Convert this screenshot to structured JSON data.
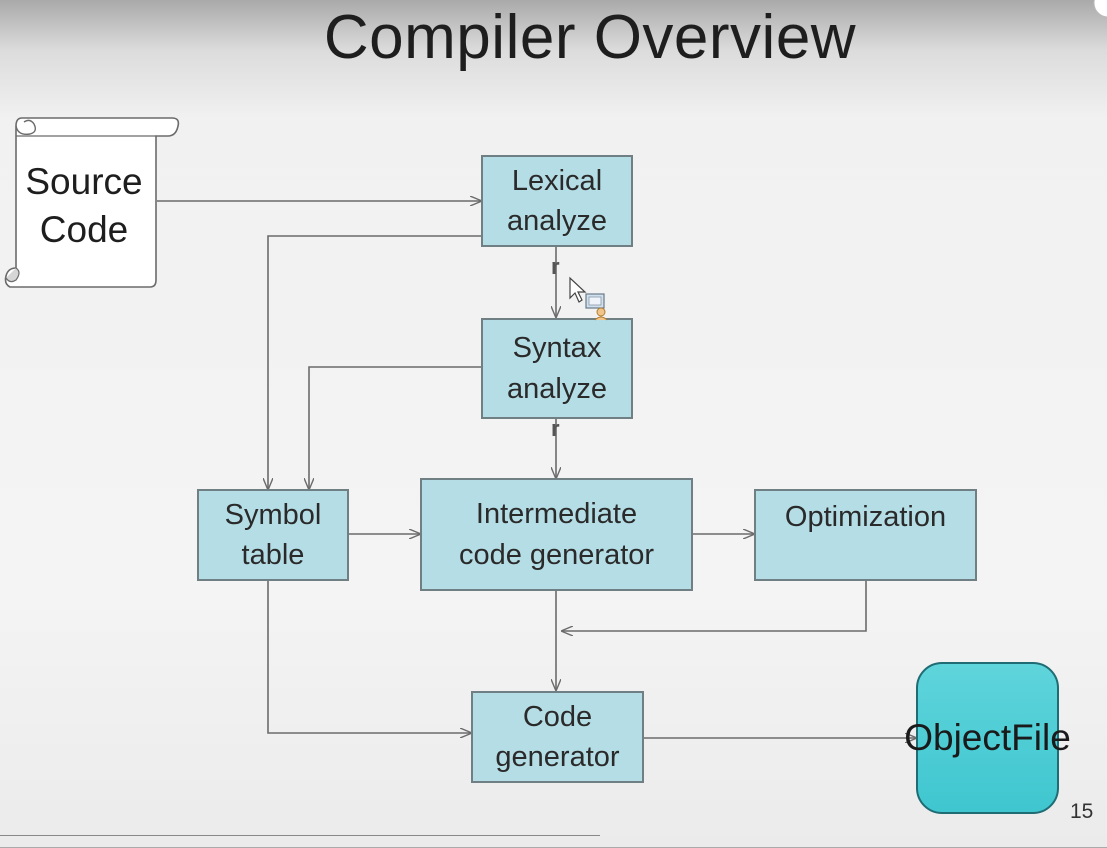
{
  "slide": {
    "title": "Compiler Overview",
    "page_number": "15"
  },
  "diagram": {
    "source": {
      "line1": "Source",
      "line2": "Code"
    },
    "lexical": {
      "line1": "Lexical",
      "line2": "analyze"
    },
    "syntax": {
      "line1": "Syntax",
      "line2": "analyze"
    },
    "symbol_table": {
      "line1": "Symbol",
      "line2": "table"
    },
    "intermediate": {
      "line1": "Intermediate",
      "line2": "code generator"
    },
    "optimization": {
      "line1": "Optimization"
    },
    "code_generator": {
      "line1": "Code",
      "line2": "generator"
    },
    "object_file": {
      "line1": "Object",
      "line2": "File"
    },
    "stray_marks": [
      "r",
      "r"
    ]
  },
  "colors": {
    "box_fill": "#b5dde6",
    "object_fill": "#3fc6cf",
    "arrow": "#6b6b6b"
  },
  "icons": [
    "scroll-icon",
    "mouse-cursor-icon",
    "screen-share-icon"
  ]
}
